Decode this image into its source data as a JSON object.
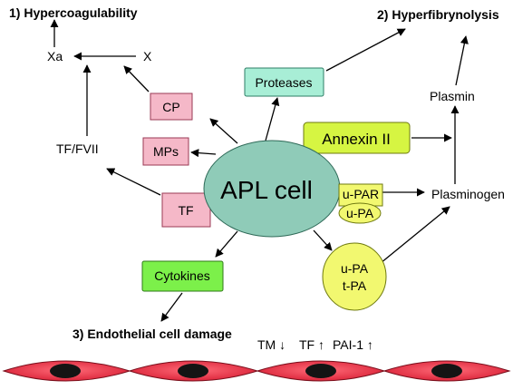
{
  "headings": {
    "hypercoagulability": "1) Hypercoagulability",
    "hyperfibrinolysis": "2) Hyperfibrynolysis",
    "endothelial": "3) Endothelial cell damage"
  },
  "coagulation": {
    "xa": "Xa",
    "x": "X",
    "tf_fvii": "TF/FVII"
  },
  "boxes": {
    "cp": "CP",
    "mps": "MPs",
    "tf": "TF",
    "proteases": "Proteases",
    "annexin": "Annexin II",
    "cytokines": "Cytokines"
  },
  "center": {
    "label": "APL cell"
  },
  "upar_group": {
    "upar": "u-PAR",
    "upa": "u-PA"
  },
  "activators": {
    "upa": "u-PA",
    "tpa": "t-PA"
  },
  "fibrinolysis": {
    "plasmin": "Plasmin",
    "plasminogen": "Plasminogen"
  },
  "markers": {
    "tm": "TM ↓",
    "tf": "TF ↑",
    "pai": "PAI-1 ↑"
  },
  "colors": {
    "pink": "#f5b8c8",
    "mint": "#a8eed6",
    "yellow_green": "#d6f542",
    "green": "#7cf04a",
    "apl_teal": "#8fcbb8",
    "light_yellow": "#f2f870",
    "endothelial_red": "#e8384a",
    "nucleus": "#141414"
  }
}
